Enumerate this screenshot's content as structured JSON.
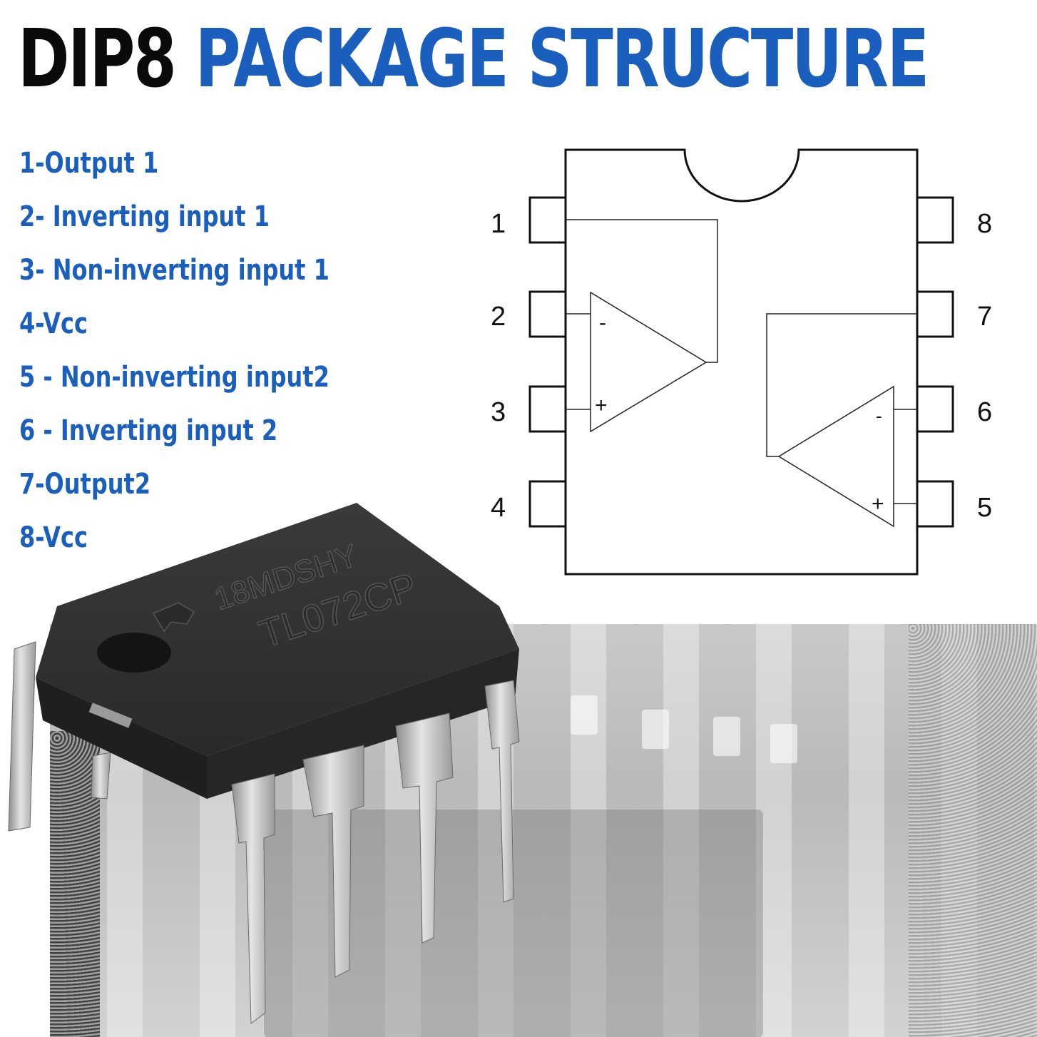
{
  "title": {
    "part1": "DIP8",
    "part2": "PACKAGE STRUCTURE"
  },
  "pin_list": [
    "1-Output 1",
    "2- Inverting input 1",
    "3- Non-inverting input 1",
    "4-Vcc",
    "5 - Non-inverting input2",
    "6 - Inverting input 2",
    "7-Output2",
    "8-Vcc"
  ],
  "schematic": {
    "left_pin_numbers": [
      "1",
      "2",
      "3",
      "4"
    ],
    "right_pin_numbers": [
      "8",
      "7",
      "6",
      "5"
    ],
    "opamp1": {
      "minus": "-",
      "plus": "+"
    },
    "opamp2": {
      "minus": "-",
      "plus": "+"
    }
  },
  "chip_marking": {
    "line1": "18MDSHY",
    "line2": "TL072CP"
  },
  "colors": {
    "accent": "#1a5fbd",
    "title_dark": "#0a0a0a",
    "chip_body": "#2b2b2b",
    "pin_metal": "#c4c4c4"
  }
}
